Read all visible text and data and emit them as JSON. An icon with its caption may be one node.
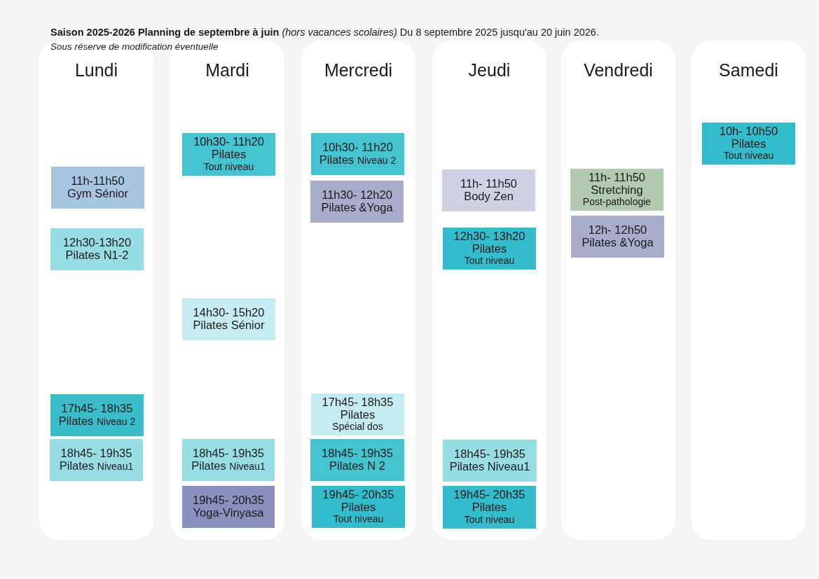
{
  "diagram": {
    "title": "**Saison 2025-2026 Planning de septembre à juin** *(hors vacances scolaires)* Du 8 septembre 2025 jusqu'au 20 juin 2026.",
    "labels": [
      "Sous réserve de modification éventuelle"
    ],
    "nodes": [
      {
        "text": [
          "Lundi"
        ]
      },
      {
        "text": [
          "11h-11h50",
          "Gym Sénior"
        ],
        "in": 0
      },
      {
        "text": [
          "12h30-13h20",
          "Pilates N1-2"
        ],
        "in": 0
      },
      {
        "text": [
          "17h45- 18h35",
          "Pilates",
          "Niveau 2"
        ],
        "in": 0
      },
      {
        "text": [
          "18h45- 19h35",
          "Pilates",
          "Niveau1"
        ],
        "in": 0
      },
      {
        "text": [
          "Mardi"
        ]
      },
      {
        "text": [
          "10h30- 11h20",
          "Pilates",
          "Tout niveau"
        ],
        "in": 5
      },
      {
        "text": [
          "14h30- 15h20",
          "Pilates Sénior"
        ],
        "in": 5
      },
      {
        "text": [
          "18h45- 19h35",
          "Pilates",
          "Niveau1"
        ],
        "in": 5
      },
      {
        "text": [
          "19h45- 20h35",
          "Yoga-Vinyasa"
        ],
        "in": 5
      },
      {
        "text": [
          "Mercredi"
        ]
      },
      {
        "text": [
          "10h30- 11h20",
          "Pilates",
          "Niveau 2"
        ],
        "in": 10
      },
      {
        "text": [
          "11h30- 12h20",
          "Pilates &Yoga"
        ],
        "in": 10
      },
      {
        "text": [
          "17h45- 18h35",
          "Pilates",
          "Spécial dos"
        ],
        "in": 10
      },
      {
        "text": [
          "18h45- 19h35",
          "Pilates N 2"
        ],
        "in": 10
      },
      {
        "text": [
          "19h45- 20h35",
          "Pilates",
          "Tout niveau"
        ],
        "in": 10
      },
      {
        "text": [
          "Jeudi"
        ]
      },
      {
        "text": [
          "11h- 11h50",
          "Body Zen"
        ],
        "in": 16
      },
      {
        "text": [
          "12h30- 13h20",
          "Pilates",
          "Tout niveau"
        ],
        "in": 16
      },
      {
        "text": [
          "18h45- 19h35",
          "Pilates Niveau1"
        ],
        "in": 16
      },
      {
        "text": [
          "19h45- 20h35",
          "Pilates",
          "Tout niveau"
        ],
        "in": 16
      },
      {
        "text": [
          "Vendredi"
        ]
      },
      {
        "text": [
          "11h- 11h50",
          "Stretching",
          "Post-pathologie"
        ],
        "in": 21
      },
      {
        "text": [
          "12h- 12h50",
          "Pilates &Yoga"
        ],
        "in": 21
      },
      {
        "text": [
          "Samedi"
        ]
      },
      {
        "text": [
          "10h- 10h50",
          "Pilates",
          "Tout niveau"
        ],
        "in": 24
      }
    ],
    "edges": []
  }
}
